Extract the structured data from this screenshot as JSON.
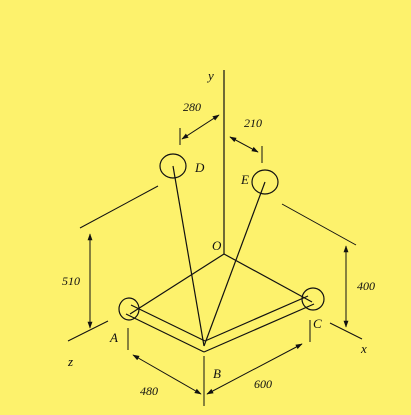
{
  "colors": {
    "background": "#fdf26c",
    "ink": "#111111"
  },
  "labels": {
    "axis_y": "y",
    "axis_x": "x",
    "axis_z": "z",
    "origin": "O",
    "point_a": "A",
    "point_b": "B",
    "point_c": "C",
    "point_d": "D",
    "point_e": "E"
  },
  "dimensions": {
    "d_offset": "280",
    "e_offset": "210",
    "height_z_side": "510",
    "height_x_side": "400",
    "length_ab": "480",
    "length_bc": "600"
  }
}
